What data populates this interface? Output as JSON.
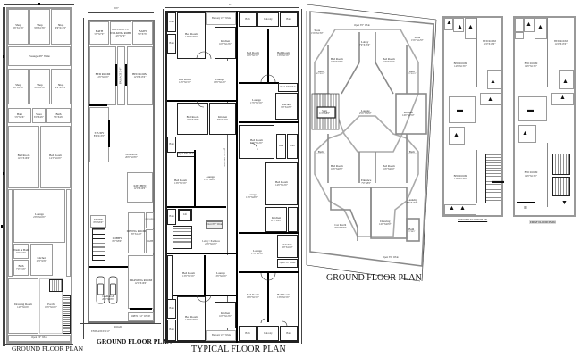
{
  "plans": [
    {
      "id": "plan-1",
      "title": "GROUND FLOOR PLAN",
      "rooms": [
        {
          "name": "Shop",
          "dim": "9'6\"X13'6\""
        },
        {
          "name": "Shop",
          "dim": "9'6\"X13'6\""
        },
        {
          "name": "Shop",
          "dim": "9'6\"X13'6\""
        },
        {
          "name": "Passage 4'0\" Wide",
          "dim": ""
        },
        {
          "name": "Shop",
          "dim": "9'6\"X13'6\""
        },
        {
          "name": "Shop",
          "dim": "9'6\"X13'6\""
        },
        {
          "name": "Shop",
          "dim": "9'6\"X13'6\""
        },
        {
          "name": "Bath",
          "dim": "5'6\"X4'6\""
        },
        {
          "name": "Store",
          "dim": "6'0\"X4'6\""
        },
        {
          "name": "Bath",
          "dim": "5'6\"X4'6\""
        },
        {
          "name": "Bed Room",
          "dim": "14'3\"X16'0\""
        },
        {
          "name": "Bed Room",
          "dim": "14'3\"X16'0\""
        },
        {
          "name": "Lounge",
          "dim": "23'0\"X16'0\""
        },
        {
          "name": "Wash & Bath",
          "dim": "7'0\"X5'0\""
        },
        {
          "name": "Bath",
          "dim": "7'0\"X5'0\""
        },
        {
          "name": "Kitchen",
          "dim": "10'0\"X9'6\""
        },
        {
          "name": "Drawing Room",
          "dim": "14'0\"X16'0\""
        },
        {
          "name": "Porch",
          "dim": "10'0\"X16'0\""
        },
        {
          "name": "Open 3'0\" Wide",
          "dim": ""
        }
      ],
      "side_labels": [
        "Open 3'0\" Wide",
        "Open 3'0\" Wide",
        "Passage 3'0\" Wide"
      ]
    },
    {
      "id": "plan-2",
      "title": "GROUND FLOOR PLAN",
      "top_dim": "35'0\"",
      "rooms": [
        {
          "name": "BATH",
          "dim": "5'0\"X7'0\""
        },
        {
          "name": "DRESSING 5'-0\"",
          "dim": ""
        },
        {
          "name": "WALKING ROBE",
          "dim": "4'0\"X7'0\""
        },
        {
          "name": "BATH",
          "dim": "5'0\"X7'0\""
        },
        {
          "name": "BED ROOM",
          "dim": "12'0\"X15'0\""
        },
        {
          "name": "PASSAGE 3'-0\"",
          "dim": ""
        },
        {
          "name": "BED ROOM",
          "dim": "12'0\"X15'0\""
        },
        {
          "name": "STUDY",
          "dim": "8'0\"X15'0\""
        },
        {
          "name": "LOUNGE",
          "dim": "20'0\"X18'0\""
        },
        {
          "name": "KITCHEN",
          "dim": "12'0\"X10'0\""
        },
        {
          "name": "STORE",
          "dim": "8'0\"X6'0\""
        },
        {
          "name": "LOBBY",
          "dim": "8'0\"X8'0\""
        },
        {
          "name": "DINING ROOM",
          "dim": "8'0\"X12'0\""
        },
        {
          "name": "BATH",
          "dim": "4'0\"X7'0\""
        },
        {
          "name": "DRESSING",
          "dim": "4'0\"X4'0\""
        },
        {
          "name": "GARAGE",
          "dim": "20'0\"X18'0\""
        },
        {
          "name": "DRAWING ROOM",
          "dim": "12'0\"X16'0\""
        },
        {
          "name": "OPEN 4'-0\" WIDE",
          "dim": ""
        }
      ],
      "bottom_labels": [
        "ROAD",
        "ENTRANCE 2'-0\""
      ]
    },
    {
      "id": "plan-3",
      "title": "TYPICAL FLOOR PLAN",
      "rooms": [
        {
          "name": "Bath",
          "dim": "5'0\"X7'0\""
        },
        {
          "name": "Bed Room",
          "dim": "13'0\"X20'0\""
        },
        {
          "name": "Balcony 4'0\" Wide",
          "dim": ""
        },
        {
          "name": "Kitchen",
          "dim": "10'0\"X12'6\""
        },
        {
          "name": "Bath",
          "dim": "5'0\"X7'0\""
        },
        {
          "name": "Balcony",
          "dim": "10'0\"X4'0\""
        },
        {
          "name": "Bath",
          "dim": "5'0\"X7'0\""
        },
        {
          "name": "Bed Room",
          "dim": "12'0\"X15'0\""
        },
        {
          "name": "Bed Room",
          "dim": "12'0\"X15'0\""
        },
        {
          "name": "Bed Room",
          "dim": "13'0\"X15'0\""
        },
        {
          "name": "Lounge",
          "dim": "13'0\"X12'0\""
        },
        {
          "name": "Open 3'0\" Wide",
          "dim": ""
        },
        {
          "name": "Lounge",
          "dim": "17'0\"X15'0\""
        },
        {
          "name": "Kitchen",
          "dim": "8'0\"X10'0\""
        },
        {
          "name": "Open 3'0\" Wide",
          "dim": ""
        },
        {
          "name": "Bed Room",
          "dim": "13'0\"X20'0\""
        },
        {
          "name": "Kitchen",
          "dim": "9'0\"X12'0\""
        },
        {
          "name": "Bed Room",
          "dim": "17'0\"X12'0\""
        },
        {
          "name": "Bath",
          "dim": "5'0\"X7'0\""
        },
        {
          "name": "Lounge",
          "dim": "13'0\"X20'0\""
        },
        {
          "name": "Bed Room",
          "dim": "13'0\"X15'0\""
        },
        {
          "name": "Lounge",
          "dim": "13'0\"X20'0\""
        },
        {
          "name": "Bed Room",
          "dim": "14'0\"X12'0\""
        },
        {
          "name": "Kitchen",
          "dim": "11'0\"X9'0\""
        },
        {
          "name": "Lift",
          "dim": "6'0\"X6'0\""
        },
        {
          "name": "Duct 8'0\" Wide",
          "dim": ""
        },
        {
          "name": "Lobby / Pad Area",
          "dim": "20'0\"X10'0\""
        },
        {
          "name": "Lounge",
          "dim": "17'0\"X15'0\""
        },
        {
          "name": "Kitchen",
          "dim": "9'0\"X10'0\""
        },
        {
          "name": "Bed Room",
          "dim": "13'0\"X15'0\""
        },
        {
          "name": "Lounge",
          "dim": "13'0\"X15'0\""
        },
        {
          "name": "Bed Room",
          "dim": "13'0\"X20'0\""
        },
        {
          "name": "Kitchen",
          "dim": "10'0\"X12'6\""
        },
        {
          "name": "Bed Room",
          "dim": "13'0\"X15'0\""
        },
        {
          "name": "Bed Room",
          "dim": "13'0\"X15'0\""
        },
        {
          "name": "Balcony 4'0\" Wide",
          "dim": ""
        },
        {
          "name": "Bath",
          "dim": "5'0\"X7'0\""
        },
        {
          "name": "Balcony",
          "dim": "10'0\"X4'0\""
        },
        {
          "name": "Bath",
          "dim": "5'0\"X7'0\""
        }
      ],
      "corridor_label": "Passage 4'0\" Wide",
      "top_dim": "47'"
    },
    {
      "id": "plan-4",
      "title": "GROUND FLOOR PLAN",
      "rooms": [
        {
          "name": "Open 5'0\" Wide",
          "dim": ""
        },
        {
          "name": "Store",
          "dim": "15'0\"X13'0\""
        },
        {
          "name": "Store",
          "dim": "15'0\"X12'0\""
        },
        {
          "name": "Lobby",
          "dim": "7'0\"X13'0\""
        },
        {
          "name": "Bed Room",
          "dim": "16'0\"X20'0\""
        },
        {
          "name": "Bed Room",
          "dim": "16'0\"X20'0\""
        },
        {
          "name": "Bath",
          "dim": "6'0\"X12'0\""
        },
        {
          "name": "Bath",
          "dim": "6'0\"X12'0\""
        },
        {
          "name": "Stair",
          "dim": "11'0\"X8'0\""
        },
        {
          "name": "Lounge",
          "dim": "25'0\"X30'0\""
        },
        {
          "name": "Kitchen",
          "dim": "14'0\"X15'0\""
        },
        {
          "name": "Bath",
          "dim": "6'0\"X12'0\""
        },
        {
          "name": "Bed Room",
          "dim": "16'0\"X20'0\""
        },
        {
          "name": "Bed Room",
          "dim": "16'0\"X20'0\""
        },
        {
          "name": "Bath",
          "dim": "6'0\"X12'0\""
        },
        {
          "name": "Entrance",
          "dim": "7'0\"X8'0\""
        },
        {
          "name": "Car Porch",
          "dim": "20'0\"X30'0\""
        },
        {
          "name": "Drawing",
          "dim": "14'0\"X20'0\""
        },
        {
          "name": "Laundry",
          "dim": "8'0\"X13'0\""
        },
        {
          "name": "Bath",
          "dim": "6'0\"X8'0\""
        },
        {
          "name": "Open 5'0\" Wide",
          "dim": ""
        }
      ]
    },
    {
      "id": "plan-5",
      "title": "GROUND FLOOR PLAN",
      "rooms": [
        {
          "name": "BED ROOM",
          "dim": "14'0\"X13'0\""
        },
        {
          "name": "BED ROOM",
          "dim": "14'0\"X13'0\""
        },
        {
          "name": "BED ROOM",
          "dim": "14'0\"X13'0\""
        },
        {
          "name": "CAR PORCH",
          "dim": ""
        }
      ]
    },
    {
      "id": "plan-6",
      "title": "FIRST FLOOR PLAN",
      "rooms": [
        {
          "name": "BED ROOM",
          "dim": "14'0\"X13'0\""
        },
        {
          "name": "BED ROOM",
          "dim": "14'0\"X13'0\""
        },
        {
          "name": "BED ROOM",
          "dim": "14'0\"X13'0\""
        },
        {
          "name": "TERRACE",
          "dim": ""
        }
      ]
    }
  ]
}
